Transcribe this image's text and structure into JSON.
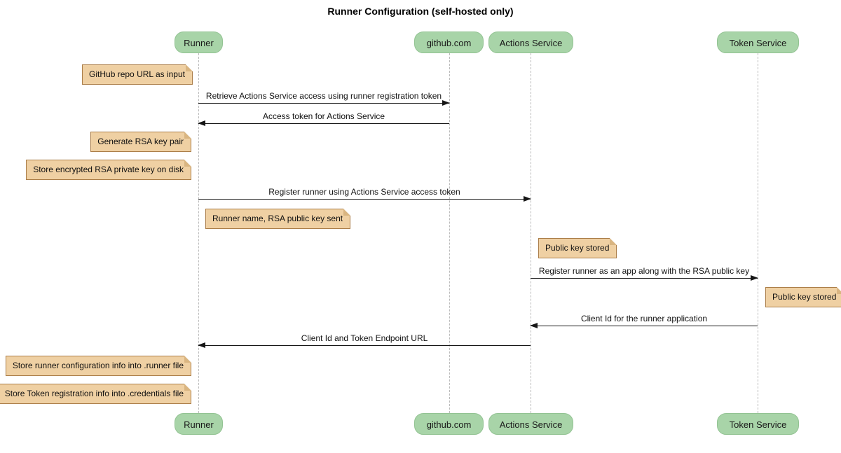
{
  "title": "Runner Configuration (self-hosted only)",
  "participants": [
    {
      "label": "Runner"
    },
    {
      "label": "github.com"
    },
    {
      "label": "Actions Service"
    },
    {
      "label": "Token Service"
    }
  ],
  "messages": [
    {
      "text": "Retrieve Actions Service access using runner registration token",
      "from": "Runner",
      "to": "github.com",
      "direction": "right"
    },
    {
      "text": "Access token for Actions Service",
      "from": "github.com",
      "to": "Runner",
      "direction": "left"
    },
    {
      "text": "Register runner using Actions Service access token",
      "from": "Runner",
      "to": "Actions Service",
      "direction": "right"
    },
    {
      "text": "Register runner as an app along with the RSA public key",
      "from": "Actions Service",
      "to": "Token Service",
      "direction": "right"
    },
    {
      "text": "Client Id for the runner application",
      "from": "Token Service",
      "to": "Actions Service",
      "direction": "left"
    },
    {
      "text": "Client Id and Token Endpoint URL",
      "from": "Actions Service",
      "to": "Runner",
      "direction": "left"
    }
  ],
  "notes": [
    {
      "text": "GitHub repo URL as input",
      "position": "left of Runner"
    },
    {
      "text": "Generate RSA key pair",
      "position": "left of Runner"
    },
    {
      "text": "Store encrypted RSA private key on disk",
      "position": "left of Runner"
    },
    {
      "text": "Runner name, RSA public key sent",
      "position": "right of Runner"
    },
    {
      "text": "Public key stored",
      "position": "right of Actions Service"
    },
    {
      "text": "Public key stored",
      "position": "right of Token Service"
    },
    {
      "text": "Store runner configuration info into .runner file",
      "position": "left of Runner"
    },
    {
      "text": "Store Token registration info into .credentials file",
      "position": "left of Runner"
    }
  ],
  "colors": {
    "participant_fill": "#a8d4a8",
    "participant_border": "#93c393",
    "note_fill": "#efd0a3",
    "note_border": "#aa7d48",
    "note_fold": "#d9b581",
    "lifeline": "#bbbbbb",
    "arrow": "#161616"
  }
}
